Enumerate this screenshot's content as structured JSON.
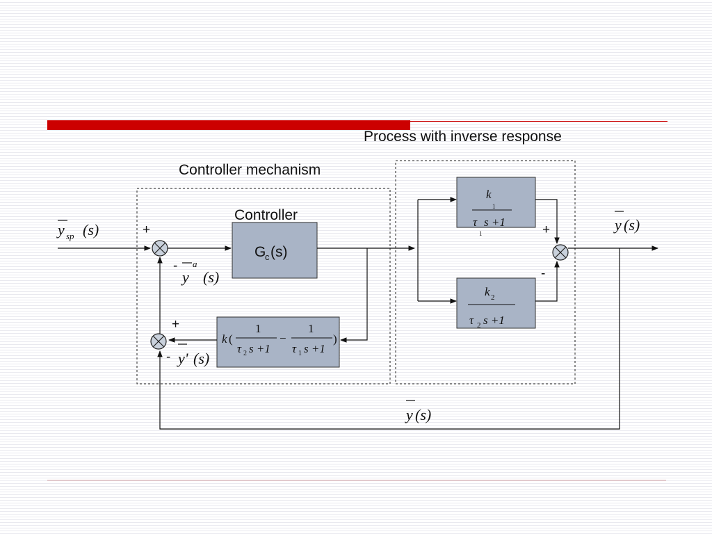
{
  "diagram": {
    "labels": {
      "process": "Process with inverse response",
      "controller_mechanism": "Controller mechanism",
      "controller": "Controller"
    },
    "signals": {
      "setpoint": "y",
      "setpoint_sub": "sp",
      "arg_s": "(s)",
      "output": "y",
      "ya": "y",
      "ya_sup": "a",
      "yprime": "y'",
      "feedback": "y"
    },
    "blocks": {
      "gc": "G",
      "gc_sub": "c",
      "gc_arg": "(s)",
      "k": "k",
      "one": "1",
      "tau": "τ",
      "s_plus_1": "s +1",
      "minus": "−",
      "paren_open": "(",
      "paren_close": ")",
      "k1_sub": "1",
      "k2_sub": "2",
      "tau1_sub": "1",
      "tau2_sub": "2",
      "stray_sub": "1"
    },
    "signs": {
      "plus": "+",
      "minus": "-"
    }
  }
}
